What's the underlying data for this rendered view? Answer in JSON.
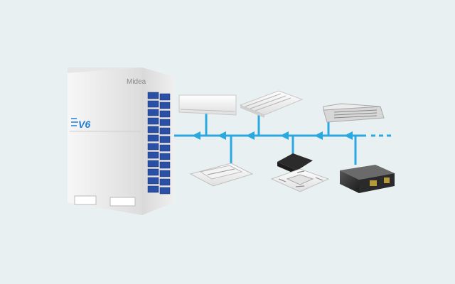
{
  "diagram": {
    "outdoor_unit": {
      "brand": "Midea",
      "badge": "V6"
    },
    "indoor_units": [
      {
        "type": "wall-mounted"
      },
      {
        "type": "ceiling-floor"
      },
      {
        "type": "slim-duct"
      },
      {
        "type": "one-way-cassette"
      },
      {
        "type": "four-way-cassette"
      },
      {
        "type": "high-static-duct"
      }
    ],
    "colors": {
      "background": "#e9f0f2",
      "pipe": "#2aa8e0",
      "badge_blue": "#1f7fd6"
    }
  }
}
